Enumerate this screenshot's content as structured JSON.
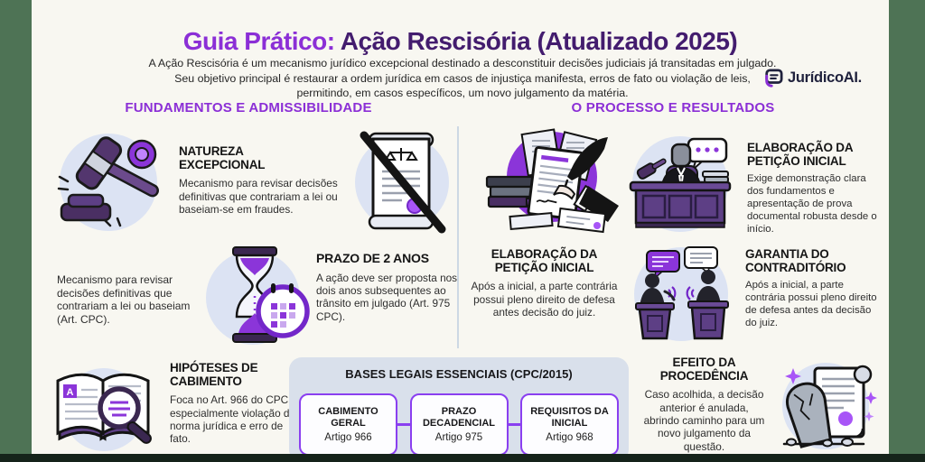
{
  "header": {
    "title_prefix": "Guia Prático:",
    "title_rest": " Ação Rescisória (Atualizado 2025)",
    "subtitle": "A Ação Rescisória é um mecanismo jurídico excepcional destinado a desconstituir decisões judiciais já transitadas em julgado. Seu objetivo principal é restaurar a ordem jurídica em casos de injustiça manifesta, erros de fato ou violação de leis, permitindo, em casos específicos, um novo julgamento da matéria.",
    "brand": "JurídicoAI."
  },
  "columns": {
    "left": {
      "header": "FUNDAMENTOS E ADMISSIBILIDADE",
      "natureza": {
        "title": "NATUREZA EXCEPCIONAL",
        "body": "Mecanismo para revisar decisões definitivas que contrariam a lei ou baseiam-se em fraudes."
      },
      "prazo": {
        "side_note": "Mecanismo para revisar decisões definitivas que contrariam a lei ou baseiam (Art. CPC).",
        "title": "PRAZO DE 2 ANOS",
        "body": "A ação deve ser proposta nos dois anos subsequentes ao trânsito em julgado (Art. 975 CPC)."
      },
      "hipoteses": {
        "title": "HIPÓTESES DE CABIMENTO",
        "body": "Foca no Art. 966 do CPC, especialmente violação de norma jurídica e erro de fato."
      }
    },
    "right": {
      "header": "O PROCESSO E RESULTADOS",
      "peticao": {
        "title": "ELABORAÇÃO DA PETIÇÃO INICIAL",
        "body": "Exige demonstração clara dos fundamentos e apresentação de prova documental robusta desde o início."
      },
      "peticao_defesa": {
        "title": "ELABORAÇÃO DA PETIÇÃO INICIAL",
        "body": "Após a inicial, a parte contrária possui pleno direito de defesa antes decisão do juiz."
      },
      "contraditorio": {
        "title": "GARANTIA DO CONTRADITÓRIO",
        "body": "Após a inicial, a parte contrária possui pleno direito de defesa antes da decisão do juiz."
      },
      "efeito": {
        "title": "EFEITO DA PROCEDÊNCIA",
        "body": "Caso acolhida, a decisão anterior é anulada, abrindo caminho para um novo julgamento da questão."
      }
    }
  },
  "legal_bases": {
    "title": "BASES LEGAIS ESSENCIAIS (CPC/2015)",
    "boxes": [
      {
        "title": "CABIMENTO GERAL",
        "article": "Artigo 966"
      },
      {
        "title": "PRAZO DECADENCIAL",
        "article": "Artigo 975"
      },
      {
        "title": "REQUISITOS DA INICIAL",
        "article": "Artigo 968"
      }
    ]
  },
  "icons": {
    "brand": "chat-document-icon",
    "book_letter": "A",
    "list": [
      "gavel-icon",
      "banned-document-icon",
      "hourglass-calendar-icon",
      "book-magnifier-icon",
      "quill-writing-icon",
      "judge-desk-icon",
      "debate-podiums-icon",
      "broken-stone-scroll-icon"
    ]
  },
  "colors": {
    "accent_purple": "#8b2fd6",
    "title_dark_purple": "#431c6e",
    "side_bar_green": "#4e7355",
    "panel_blue": "#d9e0eb",
    "icon_circle_blue": "#dce3f3",
    "box_border_purple": "#8a3ff0"
  }
}
